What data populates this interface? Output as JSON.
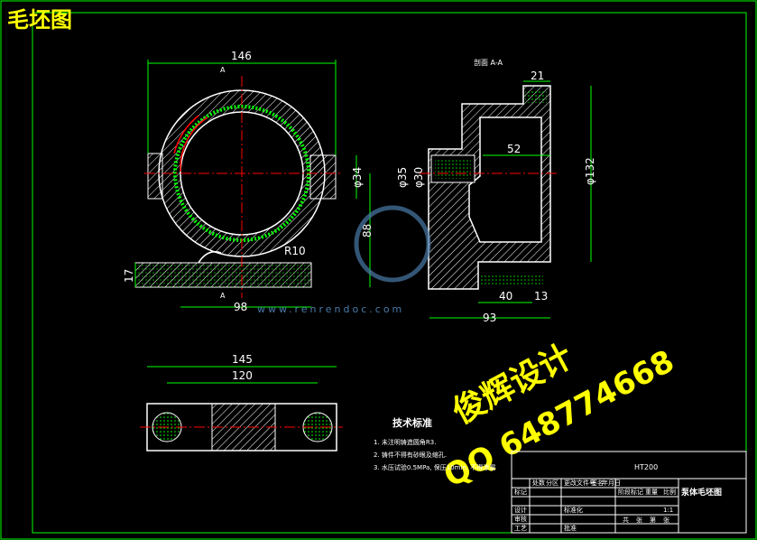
{
  "title": "毛坯图",
  "section_label": "剖面 A-A",
  "view_marker": "A",
  "front_view": {
    "dims": {
      "width_top": "146",
      "bore": "φ34",
      "height": "88",
      "radius": "R10",
      "base_height": "17",
      "base_width": "98"
    }
  },
  "section_view": {
    "dims": {
      "top_step": "21",
      "inner_depth": "52",
      "outer_dia": "φ132",
      "bore_35": "φ35",
      "bore_30": "φ30",
      "flange": "40",
      "step": "13",
      "total": "93"
    }
  },
  "bottom_view": {
    "dims": {
      "overall": "145",
      "hole_spacing": "120"
    }
  },
  "watermark": {
    "site": "www.renrendoc.com",
    "designer": "俊辉设计",
    "qq": "QQ 648774668"
  },
  "tech_requirements": {
    "title": "技术标准",
    "items": [
      "1. 未注明铸造圆角R3.",
      "2. 铸件不得有砂眼及缩孔.",
      "3. 水压试验0.5MPa, 保压10min, 不得渗漏"
    ]
  },
  "title_block": {
    "material": "HT200",
    "part_name": "泵体毛坯图",
    "row_labels": [
      "标记",
      "设计",
      "审核",
      "工艺"
    ],
    "header_labels": [
      "处数",
      "分区",
      "更改文件号",
      "签名",
      "年月日"
    ],
    "mid_labels": [
      "标准化",
      "批准"
    ],
    "stage_labels": [
      "阶段标记",
      "重量",
      "比例"
    ],
    "bottom_labels": [
      "共",
      "张",
      "第",
      "张"
    ],
    "scale": "1:1"
  },
  "colors": {
    "background": "#000000",
    "frame": "#00ff00",
    "outline": "#ffffff",
    "center": "#ff0000",
    "dimension": "#00ff00",
    "hatch": "#ffffff",
    "title": "#ffff00"
  }
}
